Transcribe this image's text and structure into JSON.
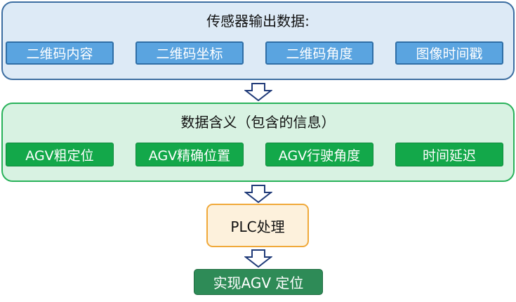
{
  "sensor_output": {
    "title": "传感器输出数据:",
    "items": [
      "二维码内容",
      "二维码坐标",
      "二维码角度",
      "图像时间戳"
    ]
  },
  "data_meaning": {
    "title": "数据含义（包含的信息）",
    "items": [
      "AGV粗定位",
      "AGV精确位置",
      "AGV行驶角度",
      "时间延迟"
    ]
  },
  "plc": {
    "label": "PLC处理"
  },
  "result": {
    "label": "实现AGV 定位"
  },
  "colors": {
    "panel_blue_fill": "#ddeaf6",
    "panel_blue_border": "#3d6ea1",
    "chip_blue": "#5aa4e0",
    "panel_green_fill": "#d8f2e2",
    "panel_green_border": "#29b25a",
    "chip_green": "#13a84a",
    "plc_fill": "#fdf1dc",
    "plc_border": "#f0a93a",
    "result_fill": "#2e8b57",
    "arrow_border": "#1f3a78"
  }
}
